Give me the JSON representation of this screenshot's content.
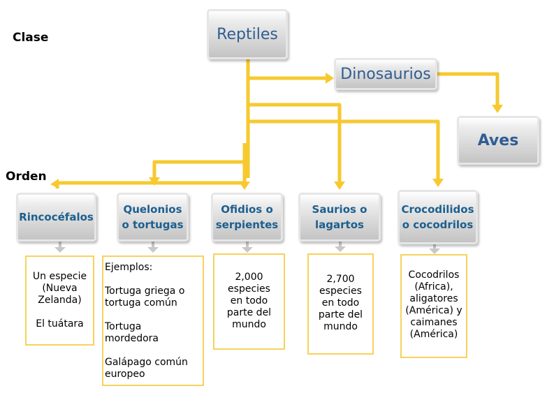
{
  "labels": {
    "clase": "Clase",
    "orden": "Orden"
  },
  "nodes": {
    "reptiles": "Reptiles",
    "dinosaurios": "Dinosaurios",
    "aves": "Aves",
    "rincocefalos": "Rincocéfalos",
    "quelonios": [
      "Quelonios",
      "o tortugas"
    ],
    "ofidios": [
      "Ofidios o",
      "serpientes"
    ],
    "saurios": [
      "Saurios o",
      "lagartos"
    ],
    "cocodrilos": [
      "Crocodilidos",
      "o cocodrilos"
    ]
  },
  "notes": {
    "rincocefalos": [
      "Un especie",
      "(Nueva",
      "Zelanda)",
      "",
      "El tuátara"
    ],
    "quelonios": [
      "Ejemplos:",
      "",
      "Tortuga griega o",
      "tortuga común",
      "",
      "Tortuga",
      "mordedora",
      "",
      "Galápago común",
      "europeo"
    ],
    "ofidios": [
      "2,000",
      "especies",
      "en todo",
      "parte del",
      "mundo"
    ],
    "saurios": [
      "2,700",
      "especies",
      "en todo",
      "parte del",
      "mundo"
    ],
    "cocodrilos": [
      "Cocodrilos",
      "(Africa),",
      "aligatores",
      "(América) y",
      "caimanes",
      "(América)"
    ]
  },
  "colors": {
    "connector": "#f7c92f",
    "small_arrow": "#c8c8c8",
    "note_border": "#f7d25b",
    "node_text": "#2f5d92"
  }
}
